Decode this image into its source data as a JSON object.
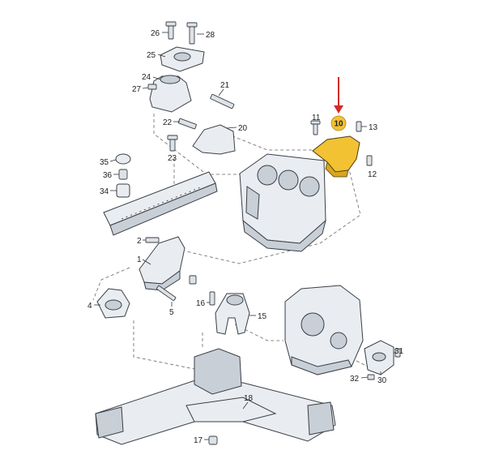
{
  "callouts": {
    "c1": "1",
    "c2": "2",
    "c4": "4",
    "c5": "5",
    "c10": "10",
    "c11": "11",
    "c12": "12",
    "c13": "13",
    "c15": "15",
    "c16": "16",
    "c17": "17",
    "c18": "18",
    "c20": "20",
    "c21": "21",
    "c22": "22",
    "c23": "23",
    "c24": "24",
    "c25": "25",
    "c26": "26",
    "c27": "27",
    "c28": "28",
    "c30": "30",
    "c31": "31",
    "c32": "32",
    "c34": "34",
    "c35": "35",
    "c36": "36"
  },
  "colors": {
    "highlight_part": "#f2c233",
    "highlight_badge": "#f2c233",
    "indicator_arrow": "#d42a2a",
    "line_art": "#3a3f45",
    "part_fill": "#e9edf1"
  }
}
